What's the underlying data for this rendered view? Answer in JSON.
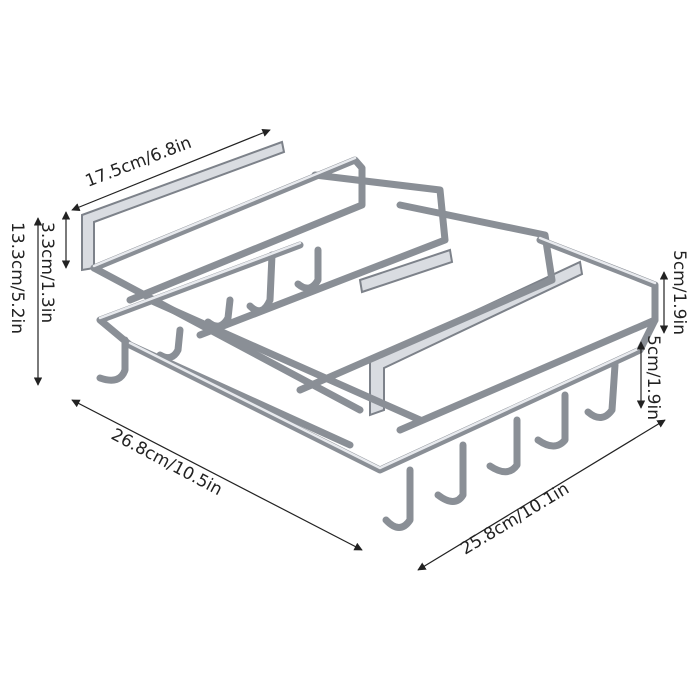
{
  "dimensions": {
    "top_width": "17.5cm/6.8in",
    "clip_height": "3.3cm/1.3in",
    "total_height": "13.3cm/5.2in",
    "length": "26.8cm/10.5in",
    "depth": "25.8cm/10.1in",
    "upper_hook_gap": "5cm/1.9in",
    "lower_hook_gap": "5cm/1.9in"
  },
  "colors": {
    "metal": "#8a8f96",
    "highlight": "#e8eaee",
    "text": "#222222"
  }
}
